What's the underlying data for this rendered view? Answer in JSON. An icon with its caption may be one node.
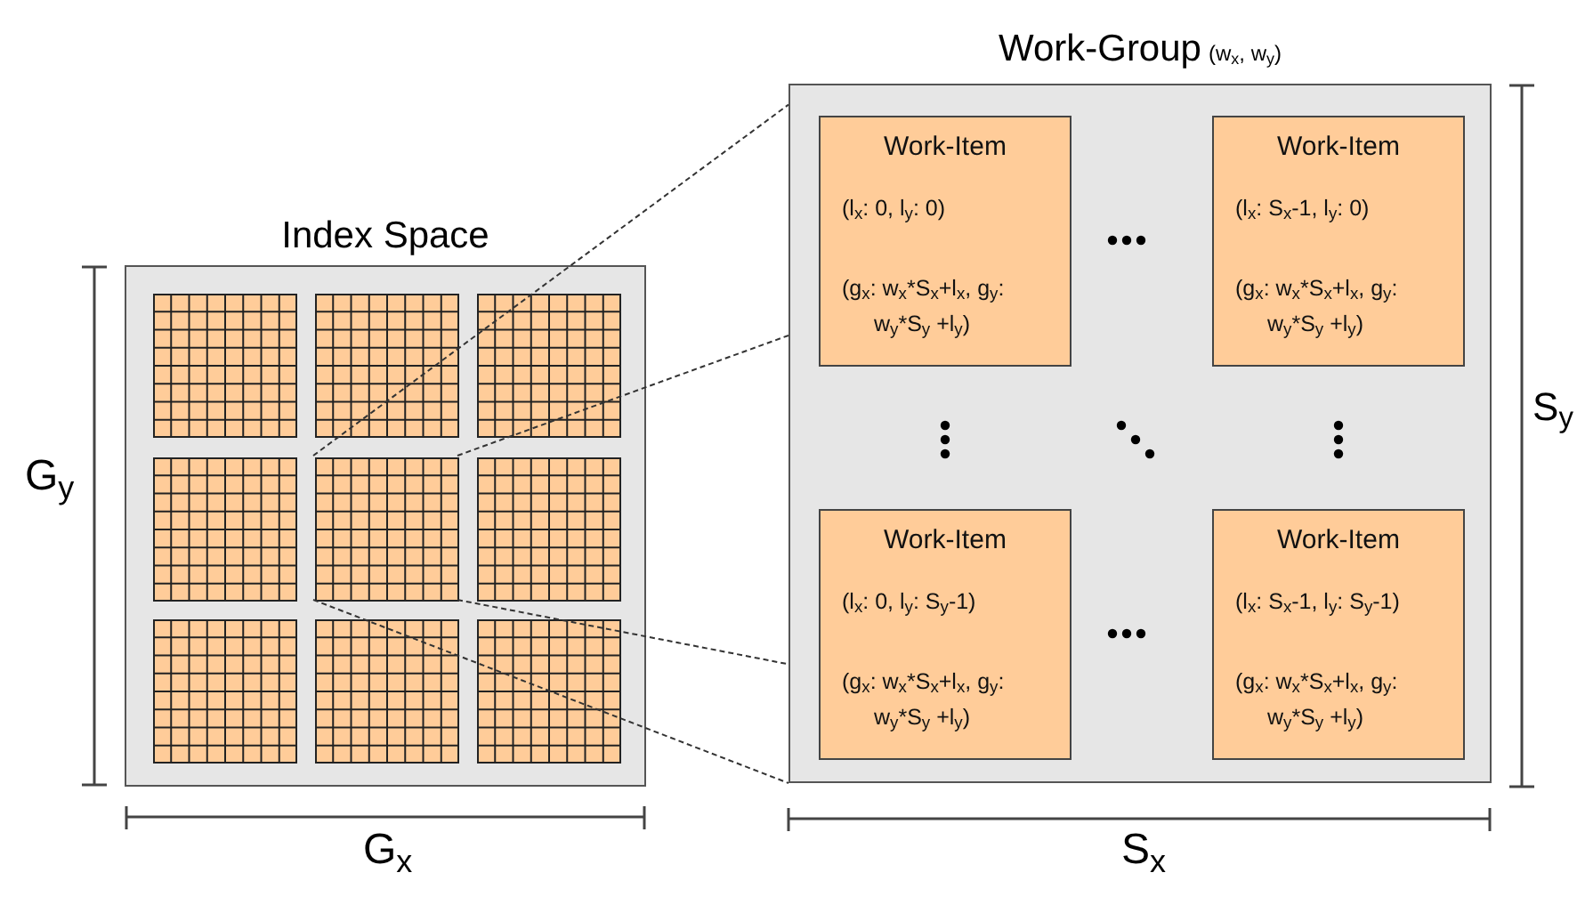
{
  "diagram": {
    "nodes": [
      {
        "text": [
          "Index Space"
        ]
      },
      {
        "text": [],
        "shape": "box",
        "in": 0
      },
      {
        "text": [],
        "shape": "box",
        "in": 0
      },
      {
        "text": [],
        "shape": "box",
        "in": 0
      },
      {
        "text": [],
        "shape": "box",
        "in": 0
      },
      {
        "text": [],
        "shape": "box",
        "in": 0
      },
      {
        "text": [],
        "shape": "box",
        "in": 0
      },
      {
        "text": [],
        "shape": "box",
        "in": 0
      },
      {
        "text": [],
        "shape": "box",
        "in": 0
      },
      {
        "text": [],
        "shape": "box",
        "in": 0
      },
      {
        "text": [
          "Work-Group",
          "(w$_{x}$, w$_{y}$)"
        ]
      },
      {
        "text": [
          "Work-Item",
          "(l$_{x}$: 0, l$_{y}$: 0)",
          "(g$_{x}$: w$_{x}$*S$_{x}$+l$_{x}$, g$_{y}$: w$_{y}$*S$_{y}$ +l$_{y}$)"
        ],
        "in": 10
      },
      {
        "text": [
          "Work-Item",
          "(l$_{x}$: S$_{x}$-1, l$_{y}$: 0)",
          "(g$_{x}$: w$_{x}$*S$_{x}$+l$_{x}$, g$_{y}$: w$_{y}$*S$_{y}$ +l$_{y}$)"
        ],
        "in": 10
      },
      {
        "text": [
          "Work-Item",
          "(l$_{x}$: 0, l$_{y}$: S$_{y}$-1)",
          "(g$_{x}$: w$_{x}$*S$_{x}$+l$_{x}$, g$_{y}$: w$_{y}$*S$_{y}$ +l$_{y}$)"
        ],
        "in": 10
      },
      {
        "text": [
          "Work-Item",
          "(l$_{x}$: S$_{x}$-1, l$_{y}$: S$_{y}$-1)",
          "(g$_{x}$: w$_{x}$*S$_{x}$+l$_{x}$, g$_{y}$: w$_{y}$*S$_{y}$ +l$_{y}$)"
        ],
        "in": 10
      }
    ],
    "edges": [
      {
        "from": 5,
        "to": 10,
        "arrow": "none",
        "style": "dashed"
      },
      {
        "from": 5,
        "to": 10,
        "arrow": "none",
        "style": "dashed"
      },
      {
        "from": 5,
        "to": 10,
        "arrow": "none",
        "style": "dashed"
      },
      {
        "from": 5,
        "to": 10,
        "arrow": "none",
        "style": "dashed"
      }
    ],
    "labels": [
      "S$_{y}$",
      "G$_{y}$",
      "G$_{x}$",
      "S$_{x}$"
    ]
  }
}
